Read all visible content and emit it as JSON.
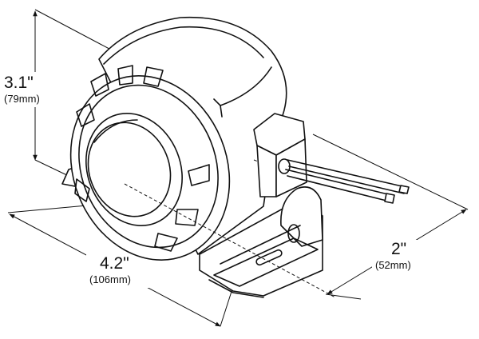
{
  "dimensions": {
    "height": {
      "value": "3.1\"",
      "metric": "(79mm)"
    },
    "length": {
      "value": "4.2\"",
      "metric": "(106mm)"
    },
    "depth": {
      "value": "2\"",
      "metric": "(52mm)"
    }
  },
  "colors": {
    "line": "#111111",
    "background": "#ffffff"
  }
}
